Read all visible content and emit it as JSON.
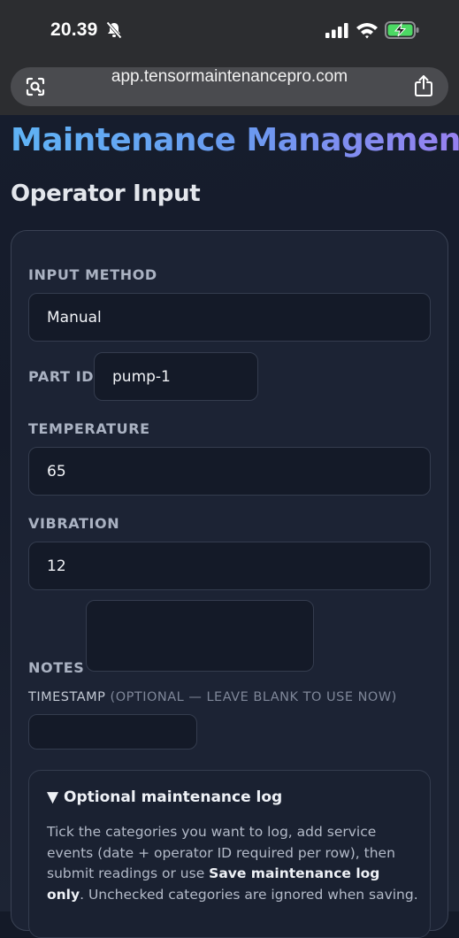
{
  "status_bar": {
    "time": "20.39",
    "icons": [
      "bell-slash-icon",
      "signal-icon",
      "wifi-icon",
      "battery-charging-icon"
    ],
    "battery_color": "#4cd964"
  },
  "browser": {
    "url": "app.tensormaintenancepro.com",
    "icons": [
      "lens-icon",
      "share-icon"
    ]
  },
  "page": {
    "brand": "Maintenance Management",
    "section_title": "Operator Input"
  },
  "form": {
    "input_method": {
      "label": "INPUT METHOD",
      "value": "Manual"
    },
    "part_id": {
      "label": "PART ID",
      "value": "pump-1"
    },
    "temperature": {
      "label": "TEMPERATURE",
      "value": "65"
    },
    "vibration": {
      "label": "VIBRATION",
      "value": "12"
    },
    "notes": {
      "label": "NOTES",
      "value": ""
    },
    "timestamp": {
      "label": "TIMESTAMP",
      "hint": "(OPTIONAL — LEAVE BLANK TO USE NOW)",
      "value": ""
    }
  },
  "maintenance_log": {
    "summary": "▼ Optional maintenance log",
    "desc_part1": "Tick the categories you want to log, add service events (date + operator ID required per row), then submit readings or use ",
    "desc_bold": "Save maintenance log only",
    "desc_part2": ". Unchecked categories are ignored when saving."
  },
  "colors": {
    "background": "#141a28",
    "card": "#1c2334",
    "brand_gradient_start": "#5fb3f5",
    "brand_gradient_end": "#9a7ff0",
    "label": "#aab2c2"
  }
}
